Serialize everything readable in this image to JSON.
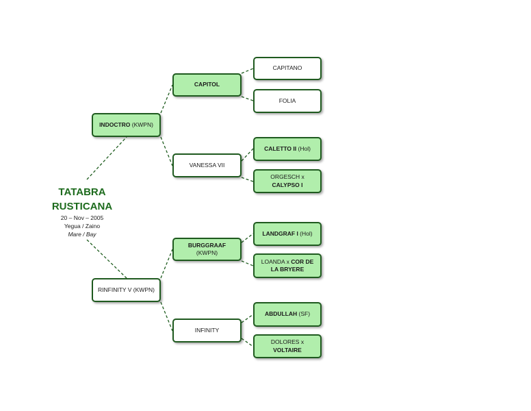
{
  "subject": {
    "name_line1": "TATABRA",
    "name_line2": "RUSTICANA",
    "birth_date": "20 – Nov – 2005",
    "sex_color_es": "Yegua / Zaino",
    "sex_color_en": "Mare / Bay"
  },
  "sire": {
    "name": "INDOCTRO",
    "studbook": " (KWPN)"
  },
  "dam": {
    "name": "RINFINITY V (KWPN)"
  },
  "sire_sire": {
    "name": "CAPITOL"
  },
  "sire_dam": {
    "name": "VANESSA VII"
  },
  "dam_sire": {
    "name": "BURGGRAAF",
    "studbook": "(KWPN)"
  },
  "dam_dam": {
    "name": "INFINITY"
  },
  "ss_sire": {
    "name": "CAPITANO"
  },
  "ss_dam": {
    "name": "FOLIA"
  },
  "sd_sire": {
    "name": "CALETTO II",
    "studbook": " (Hol)"
  },
  "sd_dam": {
    "name_prefix": "ORGESCH x",
    "name_bold": "CALYPSO I"
  },
  "ds_sire": {
    "name": "LANDGRAF I",
    "studbook": " (Hol)"
  },
  "ds_dam": {
    "name_prefix": "LOANDA x ",
    "name_bold_1": "COR DE",
    "name_bold_2": "LA BRYERE"
  },
  "dd_sire": {
    "name": "ABDULLAH",
    "studbook": " (SF)"
  },
  "dd_dam": {
    "name_prefix": "DOLORES x",
    "name_bold": "VOLTAIRE"
  },
  "colors": {
    "box_fill": "#b1eeac",
    "border": "#1f5a1f",
    "title": "#1d6b1d"
  }
}
